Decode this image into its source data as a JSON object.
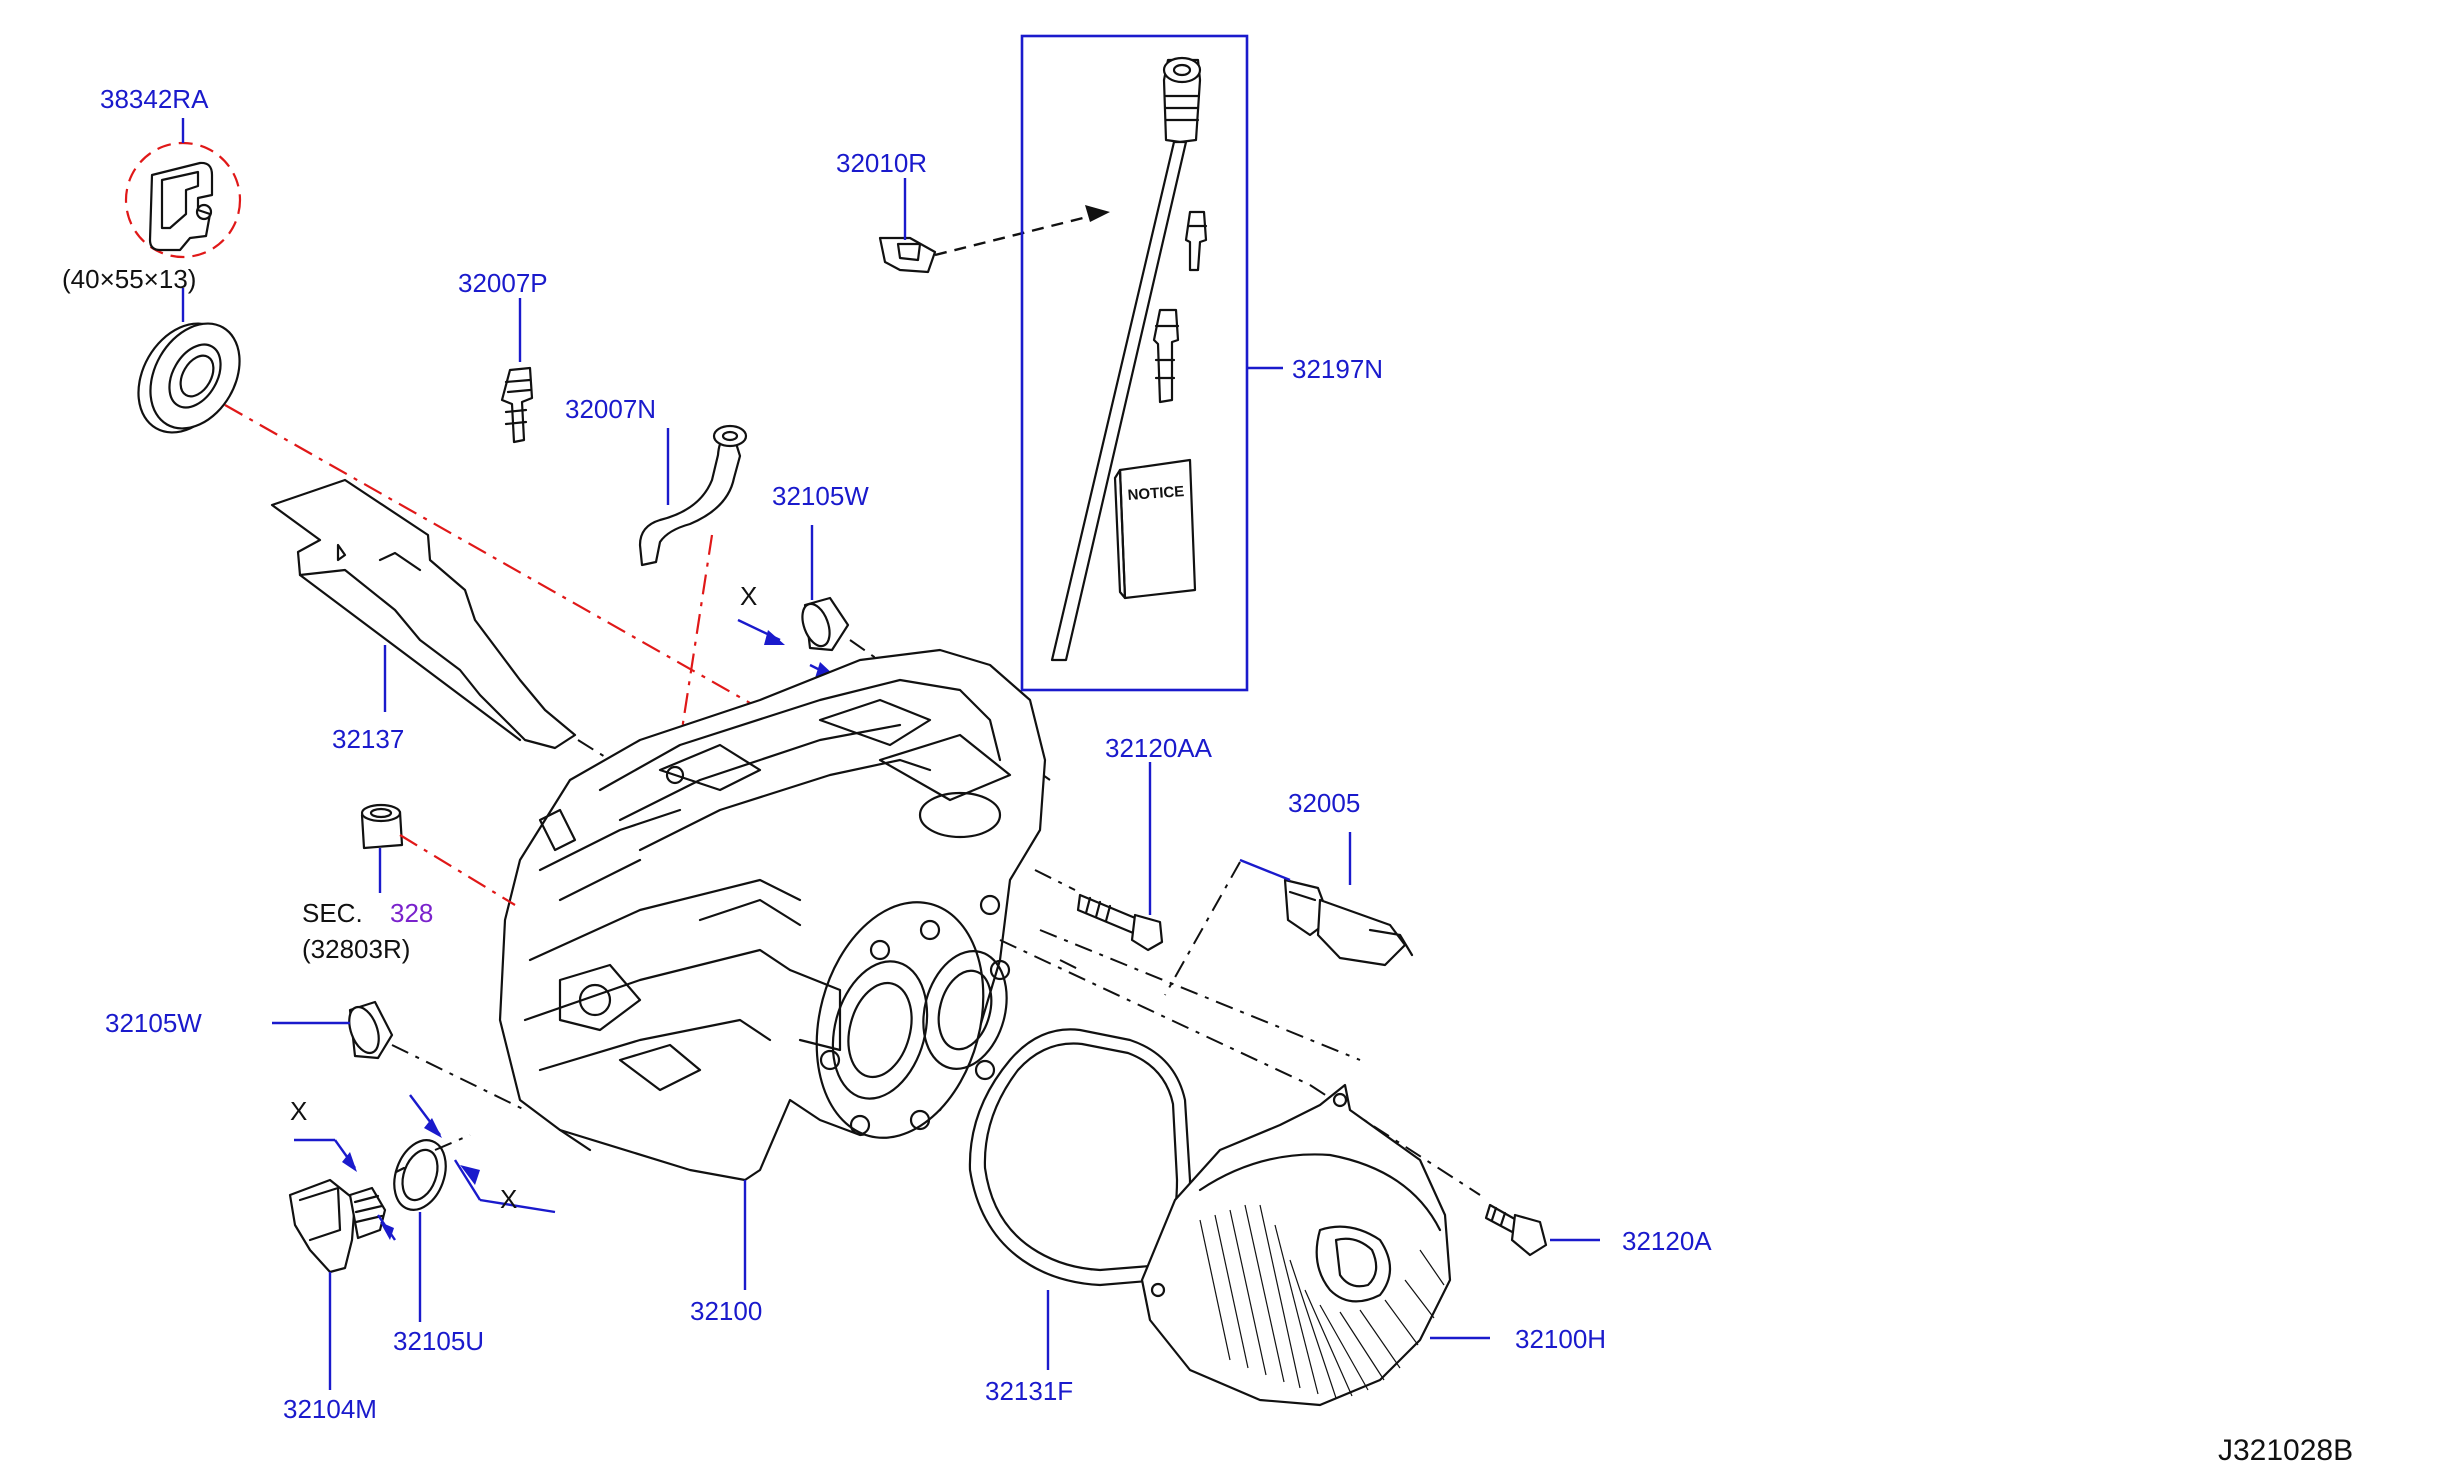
{
  "labels": {
    "p38342RA": "38342RA",
    "p38342RA_size": "(40×55×13)",
    "p32007P": "32007P",
    "p32007N": "32007N",
    "p32010R": "32010R",
    "p32197N": "32197N",
    "p32105W_top": "32105W",
    "p32137": "32137",
    "p32120AA": "32120AA",
    "p32005": "32005",
    "sec_prefix": "SEC.",
    "sec_number": "328",
    "sec_part": "(32803R)",
    "p32105W_left": "32105W",
    "x_top": "X",
    "x_left": "X",
    "x_bottom": "X",
    "p32105U": "32105U",
    "p32104M": "32104M",
    "p32100": "32100",
    "p32131F": "32131F",
    "p32100H": "32100H",
    "p32120A": "32120A",
    "notice": "NOTICE",
    "diagram_id": "J321028B"
  },
  "colors": {
    "label_blue": "#1a1acc",
    "highlight_red": "#e01818",
    "section_purple": "#7a22cc",
    "line_black": "#111111"
  }
}
